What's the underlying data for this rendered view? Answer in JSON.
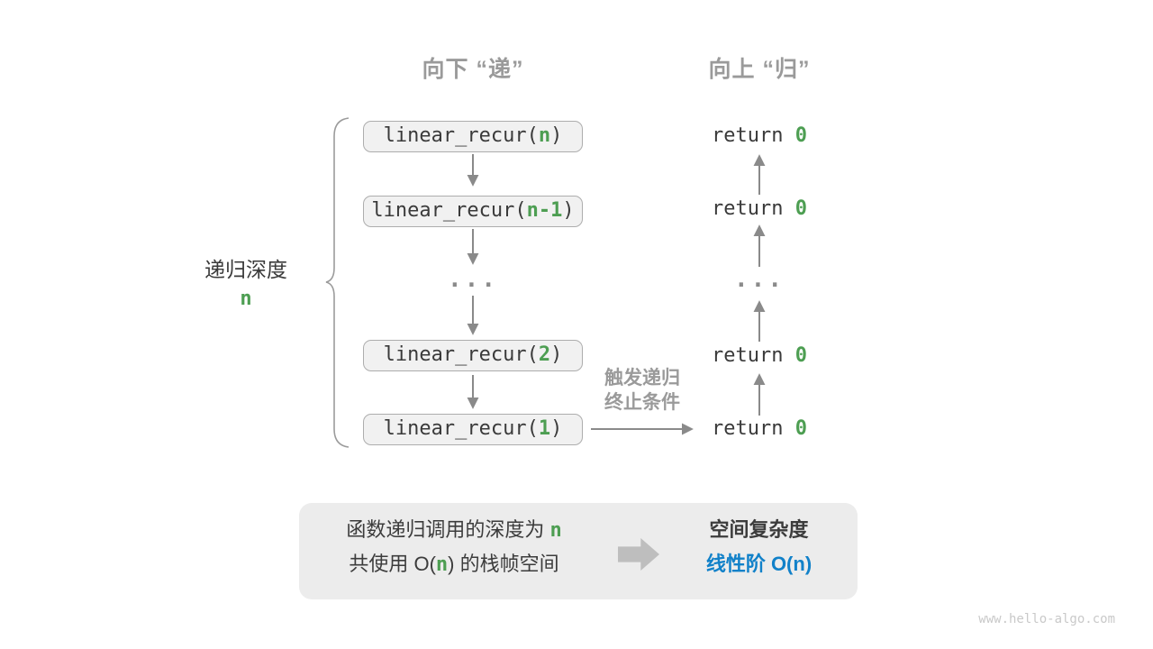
{
  "headers": {
    "descend": "向下 “递”",
    "ascend": "向上 “归”"
  },
  "depth_label": {
    "title": "递归深度",
    "value": "n"
  },
  "call_stack": [
    {
      "prefix": "linear_recur(",
      "arg": "n",
      "suffix": ")"
    },
    {
      "prefix": "linear_recur(",
      "arg": "n-1",
      "suffix": ")"
    },
    {
      "prefix": "linear_recur(",
      "arg": "2",
      "suffix": ")"
    },
    {
      "prefix": "linear_recur(",
      "arg": "1",
      "suffix": ")"
    }
  ],
  "ellipsis_left": "...",
  "ellipsis_right": "...",
  "returns": [
    {
      "prefix": "return ",
      "value": "0"
    },
    {
      "prefix": "return ",
      "value": "0"
    },
    {
      "prefix": "return ",
      "value": "0"
    },
    {
      "prefix": "return ",
      "value": "0"
    }
  ],
  "trigger": {
    "line1": "触发递归",
    "line2": "终止条件"
  },
  "summary": {
    "line1": {
      "text": "函数递归调用的深度为 ",
      "highlight": "n"
    },
    "line2": {
      "pre": "共使用 O(",
      "highlight": "n",
      "post": ") 的栈帧空间"
    },
    "result_title": "空间复杂度",
    "result_value": "线性阶 O(n)"
  },
  "watermark": "www.hello-algo.com",
  "colors": {
    "green": "#4d9e52",
    "blue": "#1181c9",
    "label_gray": "#9a9a9a",
    "text_dark": "#3a3a3a",
    "arrow_gray": "#8a8a8a",
    "box_bg": "#f1f1f1",
    "box_border": "#adadad",
    "summary_bg": "#ececec"
  }
}
